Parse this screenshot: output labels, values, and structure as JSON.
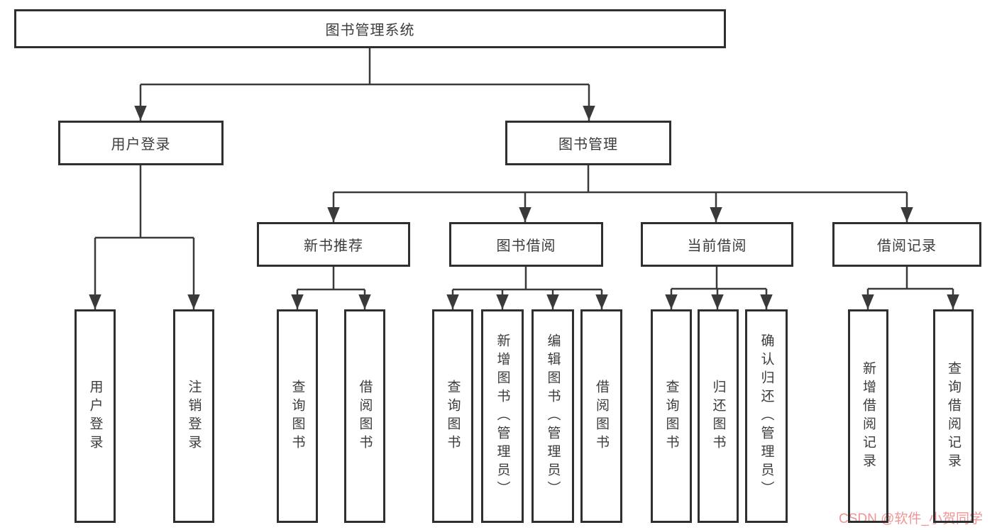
{
  "diagram": {
    "title": "图书管理系统",
    "branches": [
      {
        "label": "用户登录",
        "children": [
          {
            "label": "用户登录"
          },
          {
            "label": "注销登录"
          }
        ]
      },
      {
        "label": "图书管理",
        "children": [
          {
            "label": "新书推荐",
            "children": [
              {
                "label": "查询图书"
              },
              {
                "label": "借阅图书"
              }
            ]
          },
          {
            "label": "图书借阅",
            "children": [
              {
                "label": "查询图书"
              },
              {
                "label": "新增图书（管理员）"
              },
              {
                "label": "编辑图书（管理员）"
              },
              {
                "label": "借阅图书"
              }
            ]
          },
          {
            "label": "当前借阅",
            "children": [
              {
                "label": "查询图书"
              },
              {
                "label": "归还图书"
              },
              {
                "label": "确认归还（管理员）"
              }
            ]
          },
          {
            "label": "借阅记录",
            "children": [
              {
                "label": "新增借阅记录"
              },
              {
                "label": "查询借阅记录"
              }
            ]
          }
        ]
      }
    ]
  },
  "watermark": {
    "text": "CSDN @软件_小贺同学"
  },
  "colors": {
    "line": "#3a3a3a",
    "box_border": "#2f2f2f",
    "box_fill": "#ffffff",
    "text": "#3c3c3c",
    "background": "#ffffff",
    "watermark": "#f19494"
  }
}
